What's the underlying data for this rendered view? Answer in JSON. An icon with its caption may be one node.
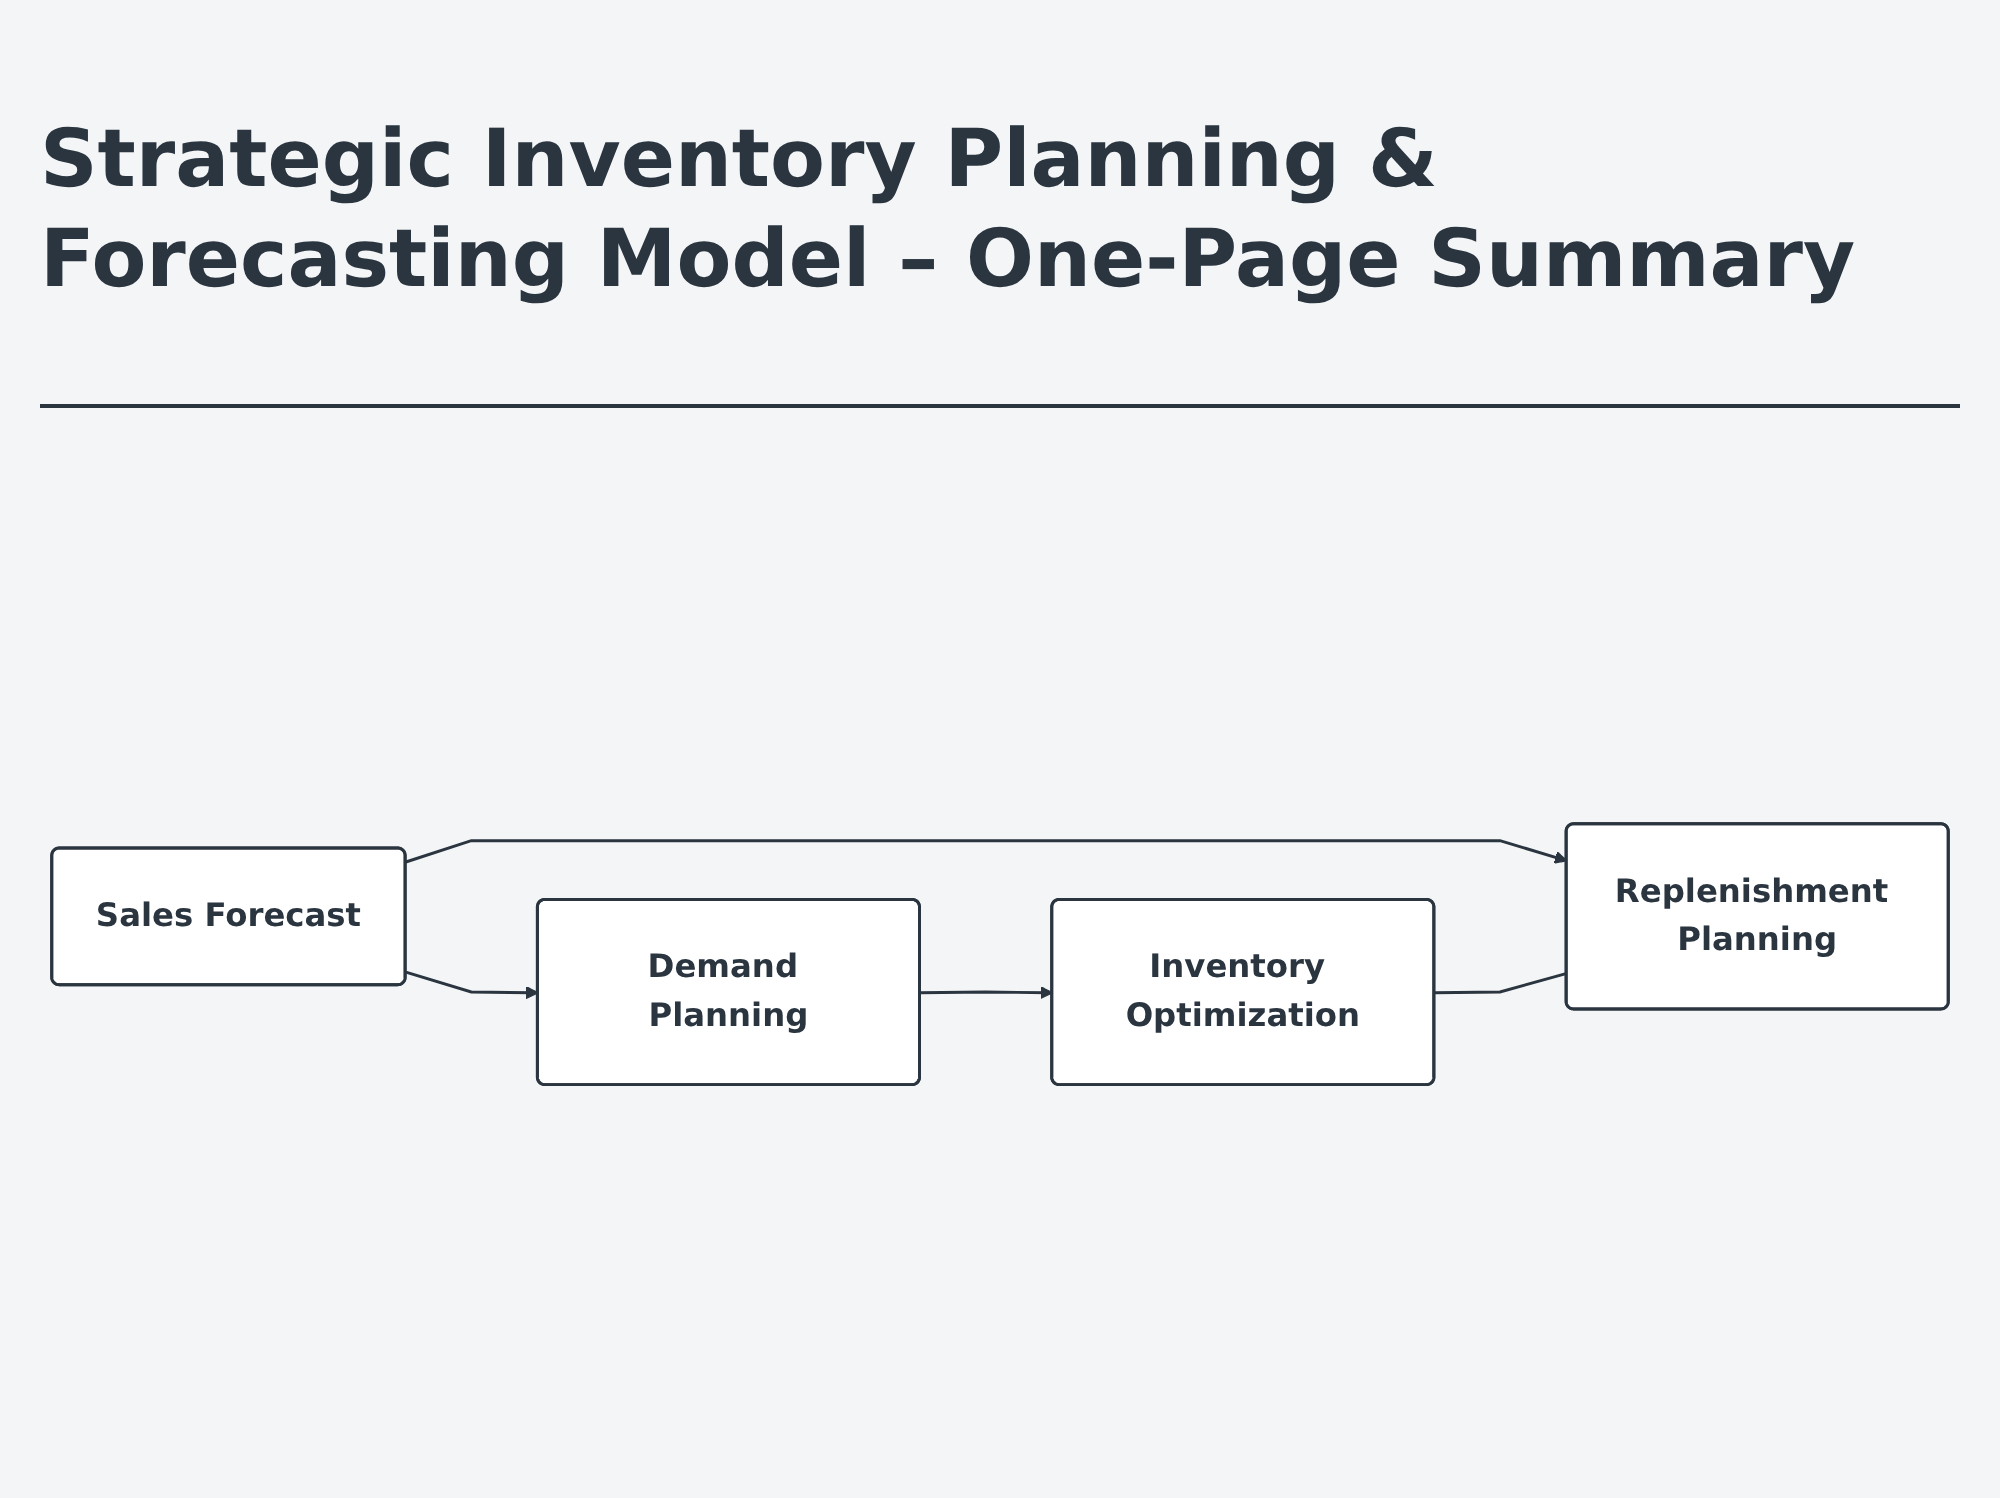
{
  "diagram": {
    "title": "Strategic Inventory Planning & Forecasting Model – One-Page Summary",
    "nodes": [
      {
        "text": [
          "Sales Forecast"
        ]
      },
      {
        "text": [
          "Demand Planning"
        ]
      },
      {
        "text": [
          "Inventory Optimization"
        ]
      },
      {
        "text": [
          "Replenishment Planning"
        ]
      }
    ],
    "edges": [
      {
        "from": 0,
        "to": 1,
        "arrow": "to"
      },
      {
        "from": 1,
        "to": 2,
        "arrow": "to"
      },
      {
        "from": 0,
        "to": 3,
        "arrow": "to"
      },
      {
        "from": 2,
        "to": 3,
        "arrow": "none"
      }
    ]
  }
}
